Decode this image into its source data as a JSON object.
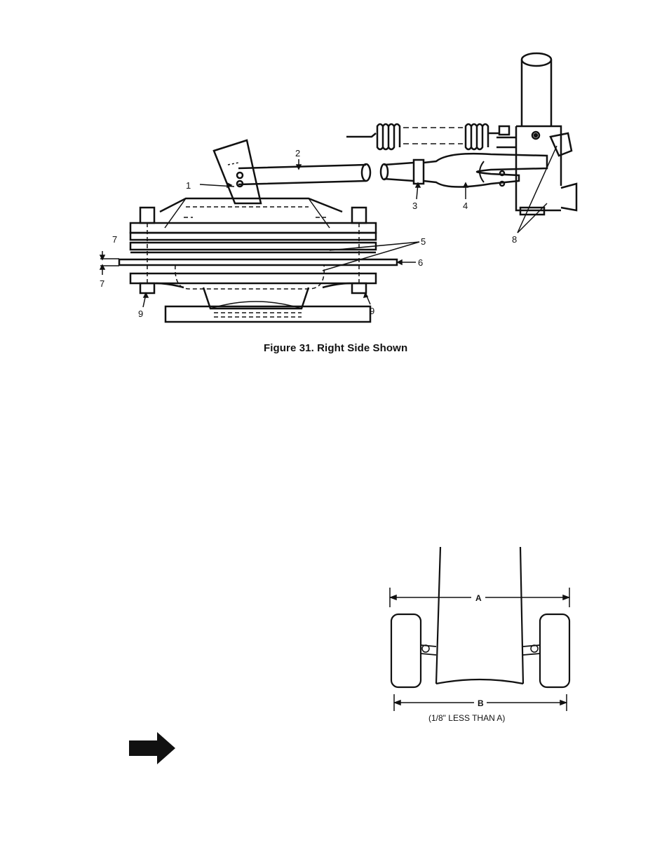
{
  "figure31": {
    "callouts": [
      "1",
      "2",
      "3",
      "4",
      "5",
      "6",
      "7",
      "7",
      "8",
      "9",
      "9"
    ],
    "caption": "Figure 31. Right Side Shown"
  },
  "toe_in_figure": {
    "label_a": "A",
    "label_b": "B",
    "note": "(1/8\" LESS THAN A)"
  },
  "icons": {
    "arrow": "right-arrow-icon"
  }
}
